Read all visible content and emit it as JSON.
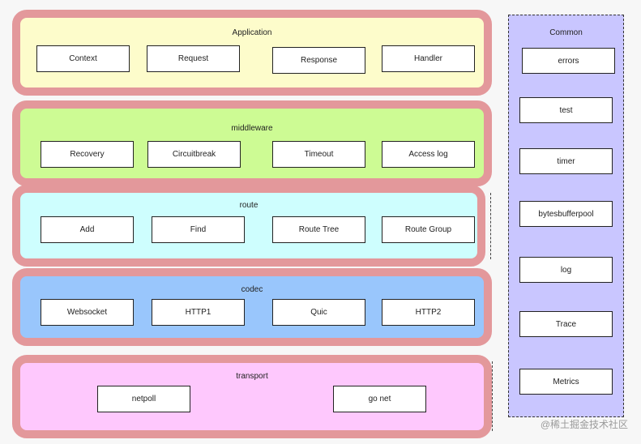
{
  "layers": {
    "application": {
      "title": "Application",
      "items": [
        "Context",
        "Request",
        "Response",
        "Handler"
      ]
    },
    "middleware": {
      "title": "middleware",
      "items": [
        "Recovery",
        "Circuitbreak",
        "Timeout",
        "Access log"
      ]
    },
    "route": {
      "title": "route",
      "items": [
        "Add",
        "Find",
        "Route Tree",
        "Route Group"
      ]
    },
    "codec": {
      "title": "codec",
      "items": [
        "Websocket",
        "HTTP1",
        "Quic",
        "HTTP2"
      ]
    },
    "transport": {
      "title": "transport",
      "items": [
        "netpoll",
        "go net"
      ]
    }
  },
  "common": {
    "title": "Common",
    "items": [
      "errors",
      "test",
      "timer",
      "bytesbufferpool",
      "log",
      "Trace",
      "Metrics"
    ]
  },
  "watermark": "@稀土掘金技术社区",
  "colors": {
    "border": "#e3989b",
    "application": "#fdfccb",
    "middleware": "#cdfb94",
    "route": "#cefefe",
    "codec": "#99c6fc",
    "transport": "#fec8fd",
    "common": "#c9c6ff"
  }
}
